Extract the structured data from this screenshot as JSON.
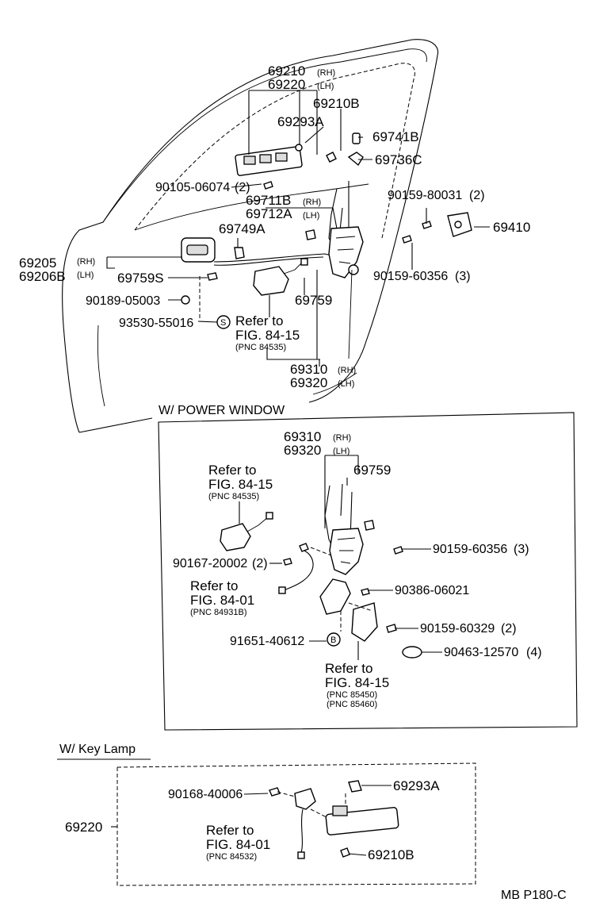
{
  "main": {
    "hinge_rh": "69210",
    "hinge_rh_side": "(RH)",
    "hinge_lh": "69220",
    "hinge_lh_side": "(LH)",
    "p69210b": "69210B",
    "p69293a": "69293A",
    "p69741b": "69741B",
    "p69736c": "69736C",
    "p90105": "90105-06074",
    "p90105_qty": "(2)",
    "p69711b": "69711B",
    "p69711b_side": "(RH)",
    "p69712a": "69712A",
    "p69712a_side": "(LH)",
    "p69749a": "69749A",
    "p90159a": "90159-80031",
    "p90159a_qty": "(2)",
    "p69410": "69410",
    "p69205": "69205",
    "p69205_side": "(RH)",
    "p69206b": "69206B",
    "p69206b_side": "(LH)",
    "p69759s": "69759S",
    "p90159b": "90159-60356",
    "p90159b_qty": "(3)",
    "p90189": "90189-05003",
    "p69759": "69759",
    "p93530": "93530-55016",
    "s_mark": "S",
    "refer_to": "Refer to",
    "fig_8415": "FIG. 84-15",
    "pnc_84535": "(PNC 84535)",
    "p69310": "69310",
    "p69310_side": "(RH)",
    "p69320": "69320",
    "p69320_side": "(LH)"
  },
  "power_window": {
    "title": "W/ POWER WINDOW",
    "p69310": "69310",
    "p69310_side": "(RH)",
    "p69320": "69320",
    "p69320_side": "(LH)",
    "refer1": "Refer to",
    "fig1": "FIG. 84-15",
    "pnc1": "(PNC 84535)",
    "p69759": "69759",
    "p90159": "90159-60356",
    "p90159_qty": "(3)",
    "p90167": "90167-20002",
    "p90167_qty": "(2)",
    "refer2": "Refer to",
    "fig2": "FIG. 84-01",
    "pnc2": "(PNC 84931B)",
    "p90386": "90386-06021",
    "p90159b": "90159-60329",
    "p90159b_qty": "(2)",
    "p91651": "91651-40612",
    "b_mark": "B",
    "p90463": "90463-12570",
    "p90463_qty": "(4)",
    "refer3": "Refer to",
    "fig3": "FIG. 84-15",
    "pnc3a": "(PNC 85450)",
    "pnc3b": "(PNC 85460)"
  },
  "key_lamp": {
    "title": "W/ Key Lamp",
    "p90168": "90168-40006",
    "p69293a": "69293A",
    "p69220": "69220",
    "refer": "Refer to",
    "fig": "FIG. 84-01",
    "pnc": "(PNC 84532)",
    "p69210b": "69210B"
  },
  "footer": {
    "code": "MB  P180-C"
  }
}
